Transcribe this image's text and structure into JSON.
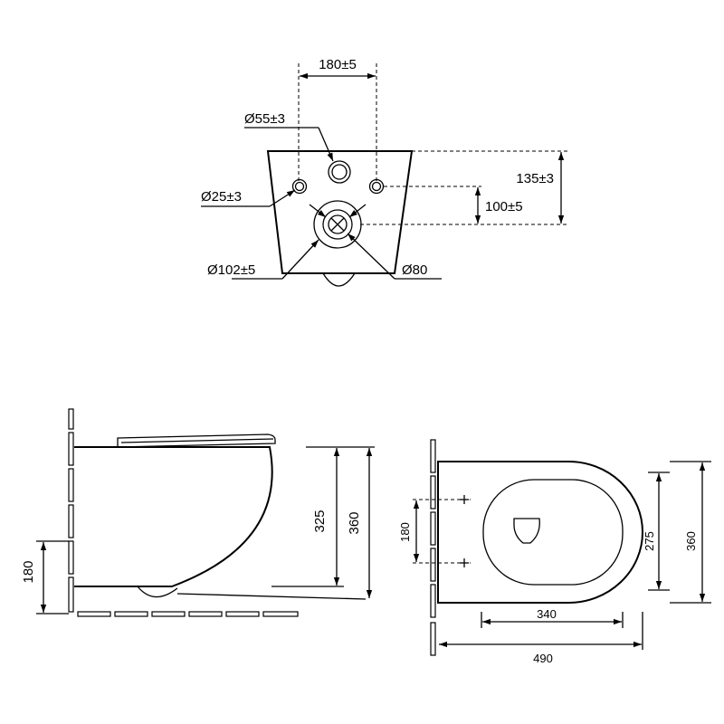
{
  "top_view": {
    "dim_spacing": "180±5",
    "dim_hole_d55": "Ø55±3",
    "dim_hole_d25": "Ø25±3",
    "dim_height_135": "135±3",
    "dim_height_100": "100±5",
    "dim_outlet_d102": "Ø102±5",
    "dim_outlet_d80": "Ø80"
  },
  "side_view": {
    "dim_180": "180",
    "dim_325": "325",
    "dim_360": "360"
  },
  "plan_view": {
    "dim_180": "180",
    "dim_275": "275",
    "dim_360": "360",
    "dim_340": "340",
    "dim_490": "490"
  }
}
